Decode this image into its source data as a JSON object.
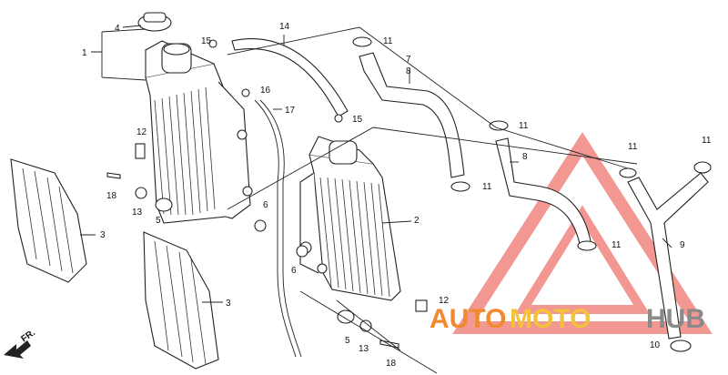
{
  "labels": {
    "l1": "1",
    "l2": "2",
    "l3a": "3",
    "l3b": "3",
    "l4": "4",
    "l5a": "5",
    "l5b": "5",
    "l6a": "6",
    "l6b": "6",
    "l7": "7",
    "l8a": "8",
    "l8b": "8",
    "l9": "9",
    "l10": "10",
    "l11a": "11",
    "l11b": "11",
    "l11c": "11",
    "l11d": "11",
    "l11e": "11",
    "l11f": "11",
    "l12a": "12",
    "l12b": "12",
    "l13a": "13",
    "l13b": "13",
    "l14": "14",
    "l15a": "15",
    "l15b": "15",
    "l16": "16",
    "l17": "17",
    "l18a": "18",
    "l18b": "18"
  },
  "direction_label": "FR.",
  "watermark": {
    "part1": "AUTO",
    "part2": "MOTO",
    "part3": "HUB"
  },
  "colors": {
    "watermark_triangle": "#e8433a",
    "watermark_orange": "#f08a2c",
    "watermark_yellow": "#f2c23a",
    "watermark_grey": "#8a8a8a"
  }
}
